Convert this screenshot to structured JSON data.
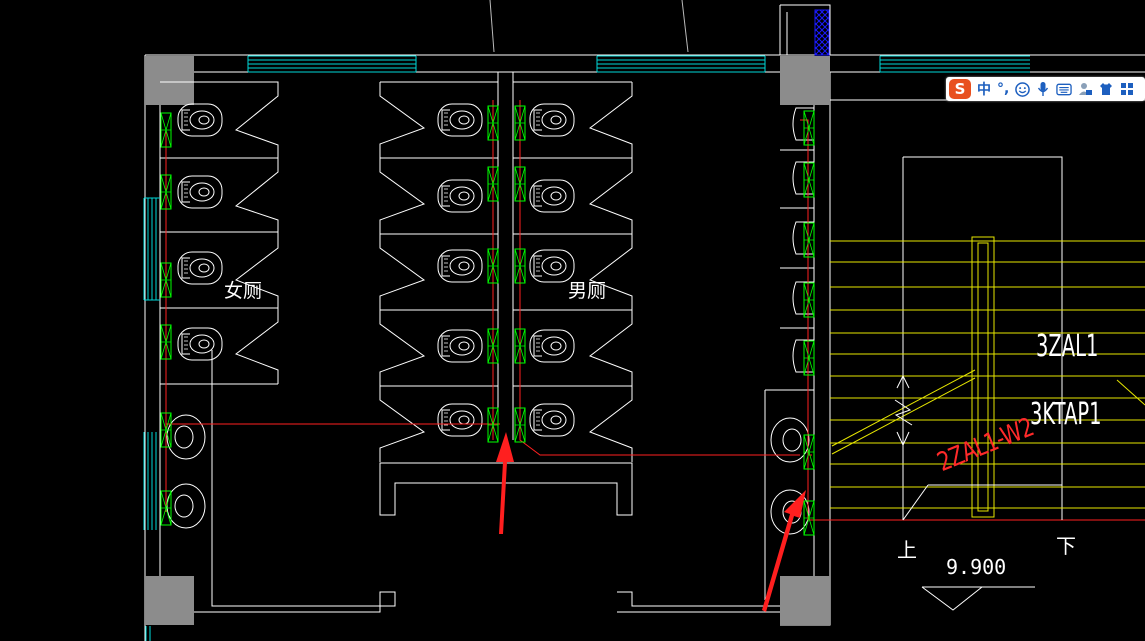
{
  "labels": {
    "female_restroom": "女厕",
    "male_restroom": "男厕",
    "zal1": "3ZAL1",
    "ktap1": "3KTAP1",
    "zal1_w2": "2ZAL1-W2",
    "up": "上",
    "down": "下",
    "elevation": "9.900"
  },
  "ime_toolbar": {
    "logo": "S",
    "lang": "中",
    "punct": "°,",
    "icons": [
      "smile-icon",
      "mic-icon",
      "keyboard-icon",
      "user-icon",
      "shirt-icon",
      "grid-icon"
    ]
  },
  "colors": {
    "background": "#000000",
    "wall": "#ffffff",
    "column": "#8c8c8c",
    "window": "#00e0e0",
    "fixture": "#00ff00",
    "wire": "#ff2020",
    "stair": "#e6e600",
    "hatch": "#1a1aff",
    "arrow": "#ff2020"
  }
}
